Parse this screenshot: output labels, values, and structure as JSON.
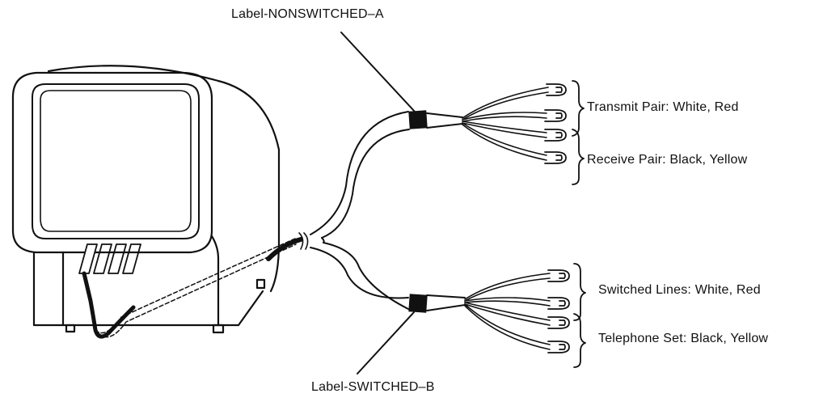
{
  "labels": {
    "nonswitched": "Label-NONSWITCHED–A",
    "switched": "Label-SWITCHED–B"
  },
  "pairs": {
    "transmit": "Transmit Pair:  White, Red",
    "receive": "Receive Pair:  Black, Yellow",
    "switched_lines": "Switched Lines:  White, Red",
    "telephone_set": "Telephone Set:  Black, Yellow"
  }
}
